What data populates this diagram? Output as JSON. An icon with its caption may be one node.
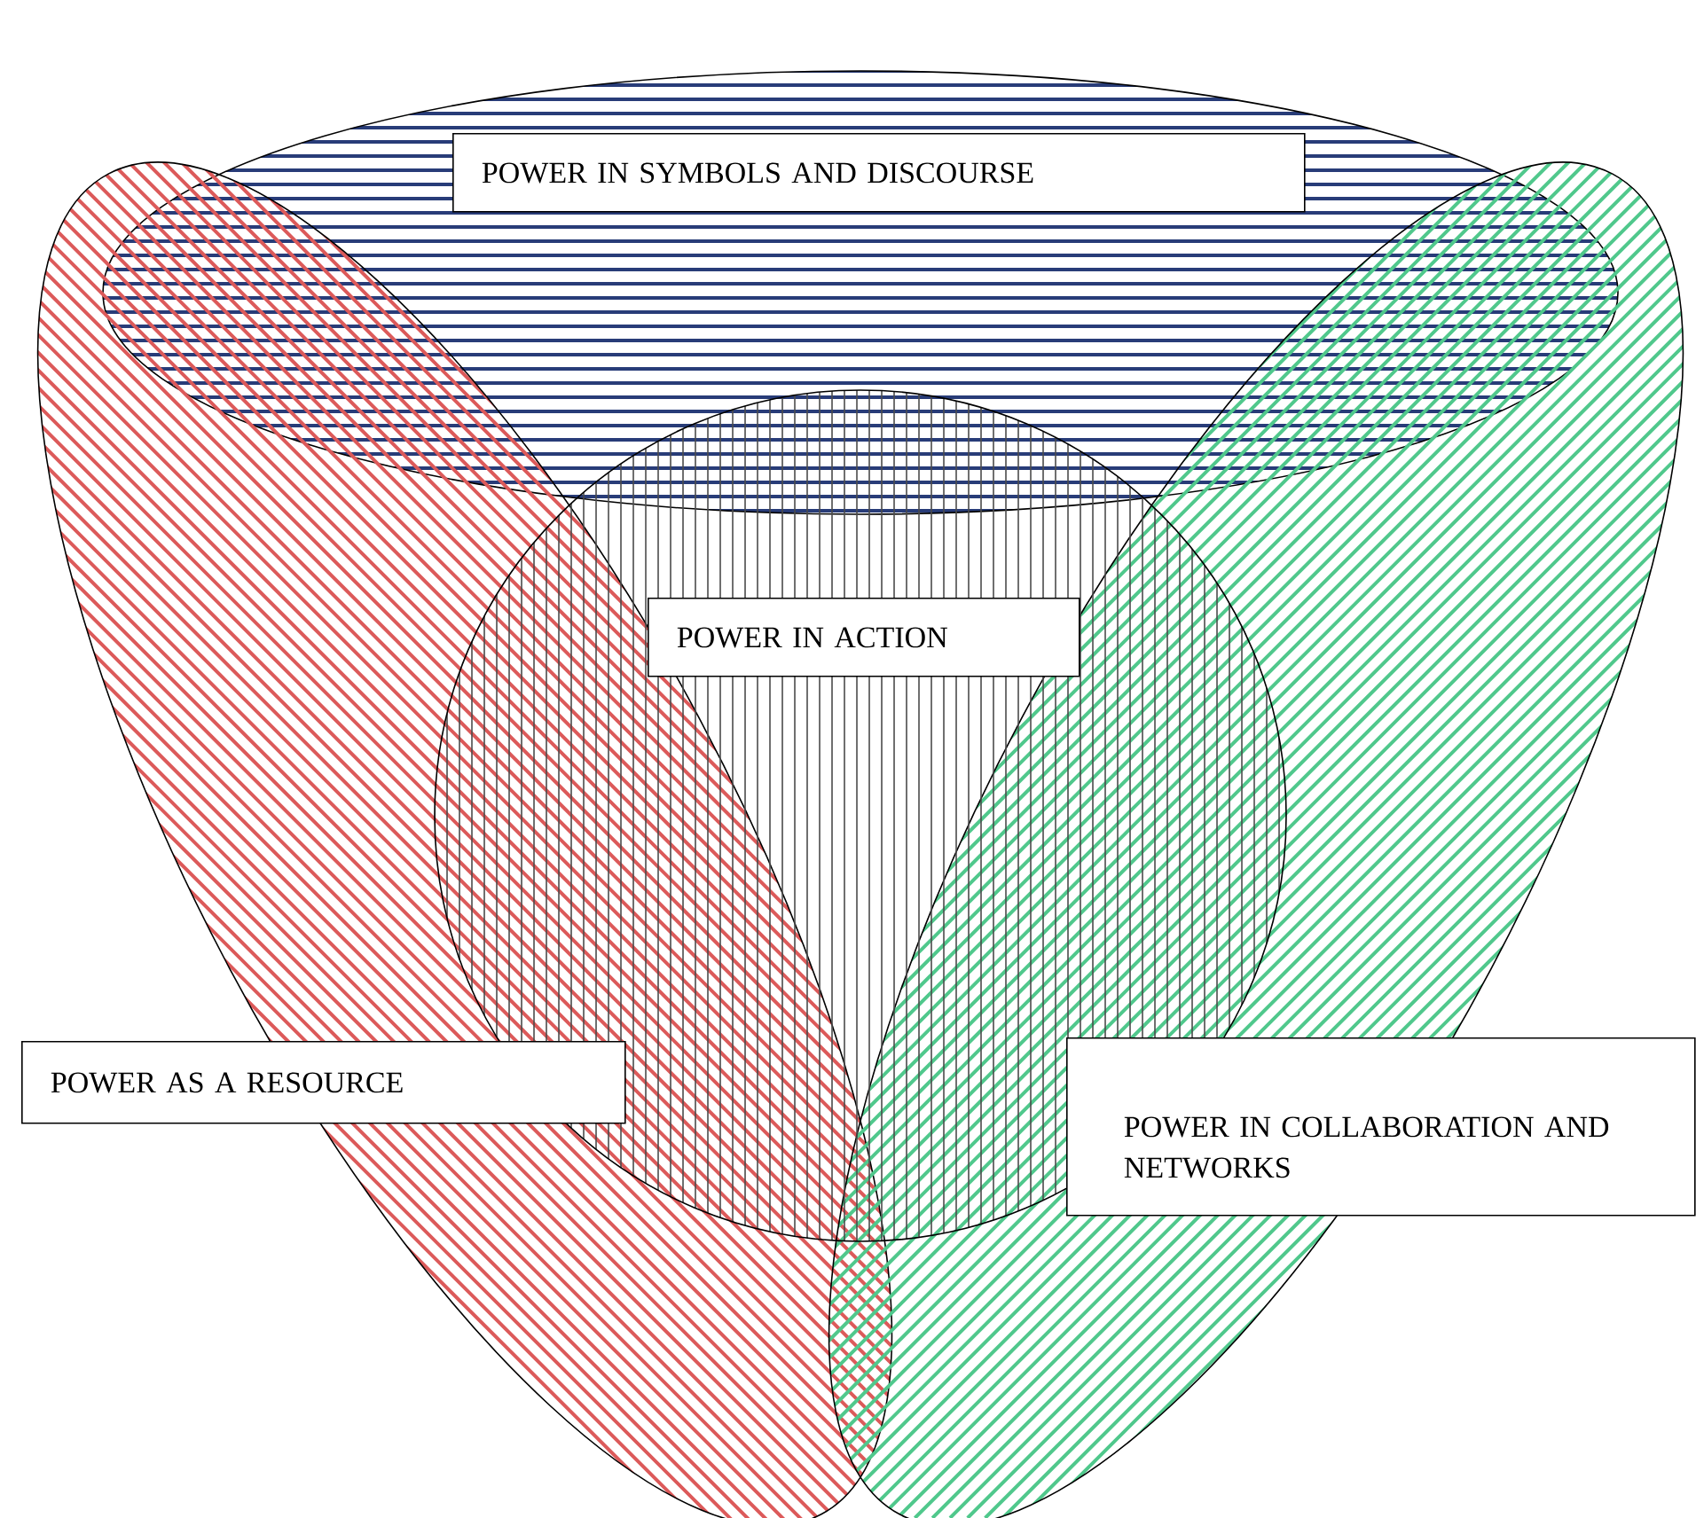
{
  "diagram": {
    "nodes": [
      {
        "text": [
          "POWER IN SYMBOLS AND DISCOURSE"
        ]
      },
      {
        "text": [
          "POWER IN ACTION"
        ]
      },
      {
        "text": [
          "POWER AS A RESOURCE"
        ]
      },
      {
        "text": [
          "POWER IN COLLABORATION AND NETWORKS"
        ]
      }
    ]
  }
}
